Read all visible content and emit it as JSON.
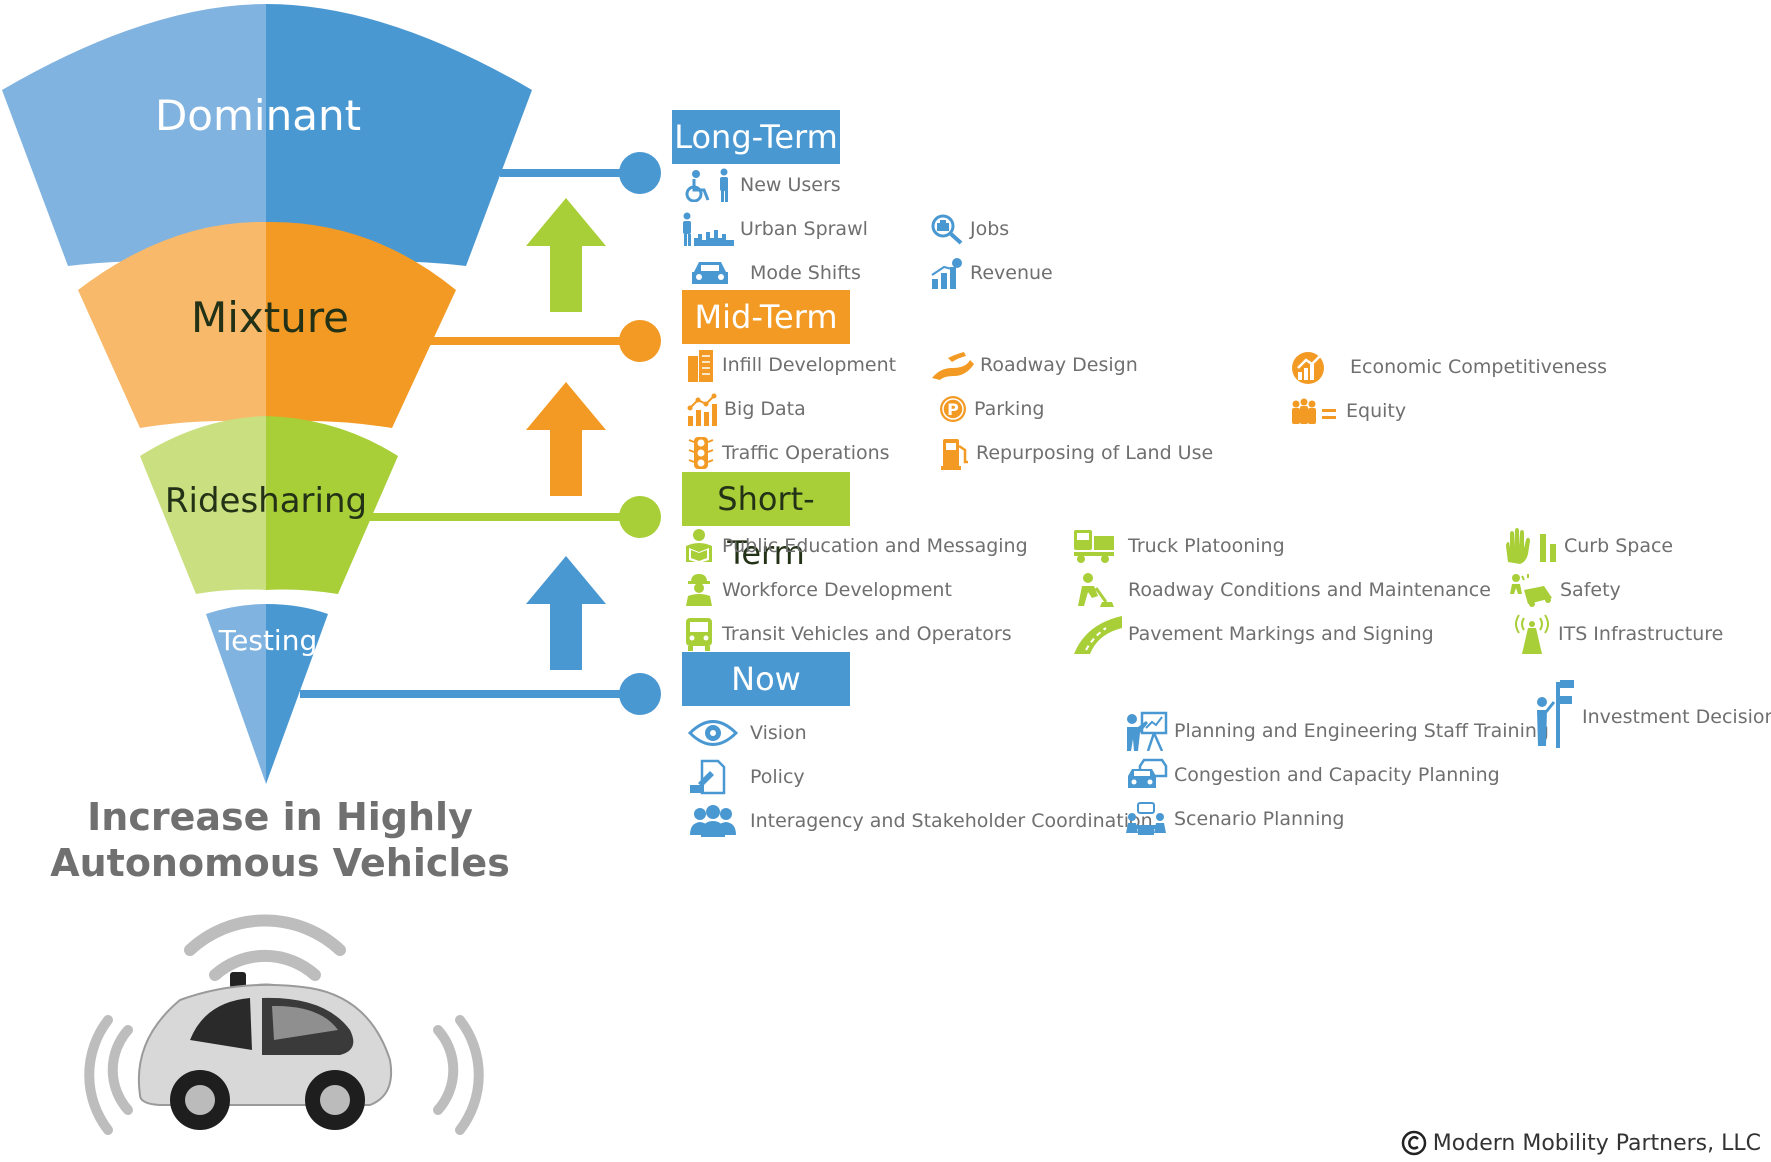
{
  "colors": {
    "blue": "#4a98d2",
    "blue_light": "#80b3e0",
    "orange": "#f39a24",
    "orange_light": "#f9b96a",
    "green": "#a8ce38",
    "green_light": "#cadf7f",
    "text_gray": "#6f6f6f"
  },
  "funnel": {
    "dominant": "Dominant",
    "mixture": "Mixture",
    "ridesharing": "Ridesharing",
    "testing": "Testing"
  },
  "headline": {
    "line1": "Increase in Highly",
    "line2": "Autonomous Vehicles"
  },
  "stages": {
    "long_term": {
      "label": "Long-Term",
      "items": [
        {
          "label": "New Users",
          "icon": "accessibility-icon"
        },
        {
          "label": "Urban Sprawl",
          "icon": "city-skyline-icon"
        },
        {
          "label": "Mode Shifts",
          "icon": "car-icon"
        },
        {
          "label": "Jobs",
          "icon": "magnifier-briefcase-icon"
        },
        {
          "label": "Revenue",
          "icon": "bar-chart-dollar-icon"
        }
      ]
    },
    "mid_term": {
      "label": "Mid-Term",
      "items": [
        {
          "label": "Infill Development",
          "icon": "buildings-icon"
        },
        {
          "label": "Big Data",
          "icon": "data-chart-icon"
        },
        {
          "label": "Traffic Operations",
          "icon": "traffic-light-icon"
        },
        {
          "label": "Roadway Design",
          "icon": "road-icon"
        },
        {
          "label": "Parking",
          "icon": "parking-icon"
        },
        {
          "label": "Repurposing of Land Use",
          "icon": "fuel-pump-icon"
        },
        {
          "label": "Economic Competitiveness",
          "icon": "growth-chart-icon"
        },
        {
          "label": "Equity",
          "icon": "people-equal-icon"
        }
      ]
    },
    "short_term": {
      "label": "Short-Term",
      "items": [
        {
          "label": "Public Education and Messaging",
          "icon": "reader-icon"
        },
        {
          "label": "Workforce Development",
          "icon": "worker-icon"
        },
        {
          "label": "Transit Vehicles and Operators",
          "icon": "bus-icon"
        },
        {
          "label": "Truck Platooning",
          "icon": "truck-icon"
        },
        {
          "label": "Roadway Conditions and Maintenance",
          "icon": "road-worker-icon"
        },
        {
          "label": "Pavement Markings and Signing",
          "icon": "lane-marking-icon"
        },
        {
          "label": "Curb Space",
          "icon": "hand-stop-icon"
        },
        {
          "label": "Safety",
          "icon": "crash-icon"
        },
        {
          "label": "ITS Infrastructure",
          "icon": "antenna-icon"
        }
      ]
    },
    "now": {
      "label": "Now",
      "items": [
        {
          "label": "Vision",
          "icon": "eye-icon"
        },
        {
          "label": "Policy",
          "icon": "gavel-document-icon"
        },
        {
          "label": "Interagency and Stakeholder Coordination",
          "icon": "group-icon"
        },
        {
          "label": "Planning and Engineering Staff Training",
          "icon": "presenter-icon"
        },
        {
          "label": "Congestion and Capacity Planning",
          "icon": "cars-icon"
        },
        {
          "label": "Scenario Planning",
          "icon": "meeting-icon"
        },
        {
          "label": "Investment Decisions",
          "icon": "signpost-icon"
        }
      ]
    }
  },
  "copyright": "Modern Mobility Partners, LLC"
}
